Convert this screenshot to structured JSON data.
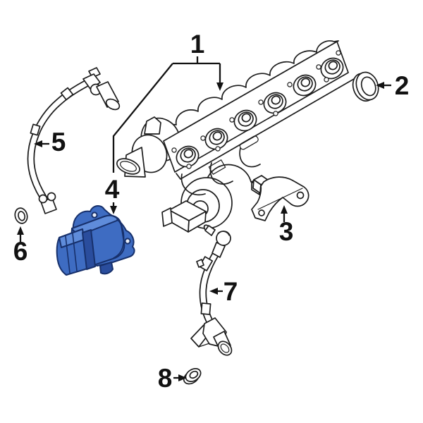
{
  "diagram": {
    "background": "#ffffff",
    "line_color": "#1d1d1d",
    "callout_color": "#121212",
    "highlighted_part": {
      "callout": "4",
      "fill": "#3e6cc2",
      "fill_light": "#5f8cda",
      "fill_dark": "#2a4d9d",
      "outline": "#17306b"
    },
    "callouts": [
      {
        "label": "1"
      },
      {
        "label": "2"
      },
      {
        "label": "3"
      },
      {
        "label": "4"
      },
      {
        "label": "5"
      },
      {
        "label": "6"
      },
      {
        "label": "7"
      },
      {
        "label": "8"
      }
    ]
  }
}
